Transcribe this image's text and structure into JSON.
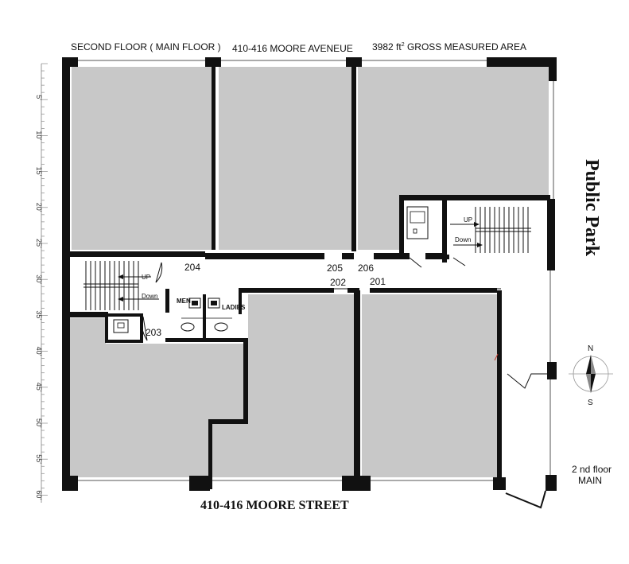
{
  "header": {
    "floor_label": "SECOND FLOOR  ( MAIN FLOOR )",
    "address": "410-416 MOORE AVENEUE",
    "area_value": "3982 ft",
    "area_sup": "2",
    "area_rest": " GROSS MEASURED AREA"
  },
  "street_label": "410-416  MOORE STREET",
  "park_label": "Public Park",
  "floor_note": {
    "line1": "2 nd floor",
    "line2": "MAIN"
  },
  "compass": {
    "north": "N",
    "south": "S"
  },
  "rooms": {
    "r201": "201",
    "r202": "202",
    "r203": "203",
    "r204": "204",
    "r205": "205",
    "r206": "206"
  },
  "labels": {
    "stair_left_up": "UP",
    "stair_left_down": "Down",
    "stair_right_up": "UP",
    "stair_right_down": "Down",
    "men": "MEN",
    "ladies": "LADIES"
  },
  "scale": {
    "ticks": [
      "5",
      "10",
      "15",
      "20",
      "25",
      "30",
      "35",
      "40",
      "45",
      "50",
      "55",
      "60"
    ],
    "unit": "'"
  }
}
